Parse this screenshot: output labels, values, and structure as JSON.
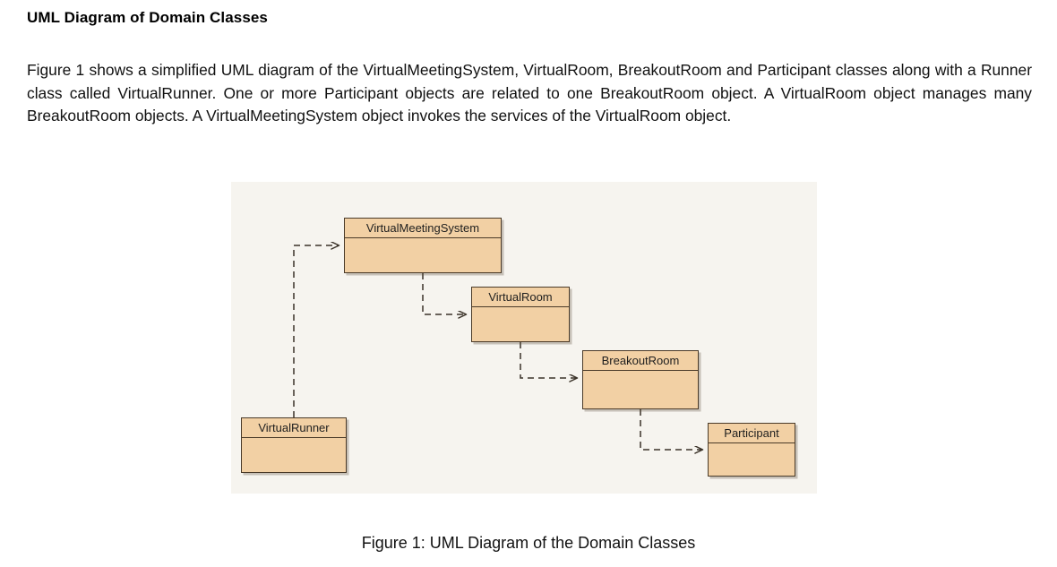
{
  "document": {
    "title": "UML Diagram of Domain Classes",
    "paragraph": "Figure 1 shows a simplified UML diagram of the VirtualMeetingSystem, VirtualRoom, BreakoutRoom and Participant classes along with a Runner class called VirtualRunner. One or more Participant objects are related to one BreakoutRoom object. A VirtualRoom object manages many BreakoutRoom objects. A VirtualMeetingSystem object invokes the services of the VirtualRoom object.",
    "figure_caption": "Figure 1: UML Diagram of the Domain Classes"
  },
  "diagram": {
    "type": "uml-class-diagram",
    "panel_background": "#f6f4ef",
    "class_fill": "#f2d0a4",
    "class_border": "#4a3a28",
    "connector_style": "dashed-open-arrow",
    "classes": [
      {
        "id": "VirtualMeetingSystem",
        "name": "VirtualMeetingSystem"
      },
      {
        "id": "VirtualRoom",
        "name": "VirtualRoom"
      },
      {
        "id": "BreakoutRoom",
        "name": "BreakoutRoom"
      },
      {
        "id": "Participant",
        "name": "Participant"
      },
      {
        "id": "VirtualRunner",
        "name": "VirtualRunner"
      }
    ],
    "relationships": [
      {
        "from": "VirtualRunner",
        "to": "VirtualMeetingSystem",
        "kind": "dependency"
      },
      {
        "from": "VirtualMeetingSystem",
        "to": "VirtualRoom",
        "kind": "dependency"
      },
      {
        "from": "VirtualRoom",
        "to": "BreakoutRoom",
        "kind": "dependency"
      },
      {
        "from": "BreakoutRoom",
        "to": "Participant",
        "kind": "dependency"
      }
    ]
  }
}
